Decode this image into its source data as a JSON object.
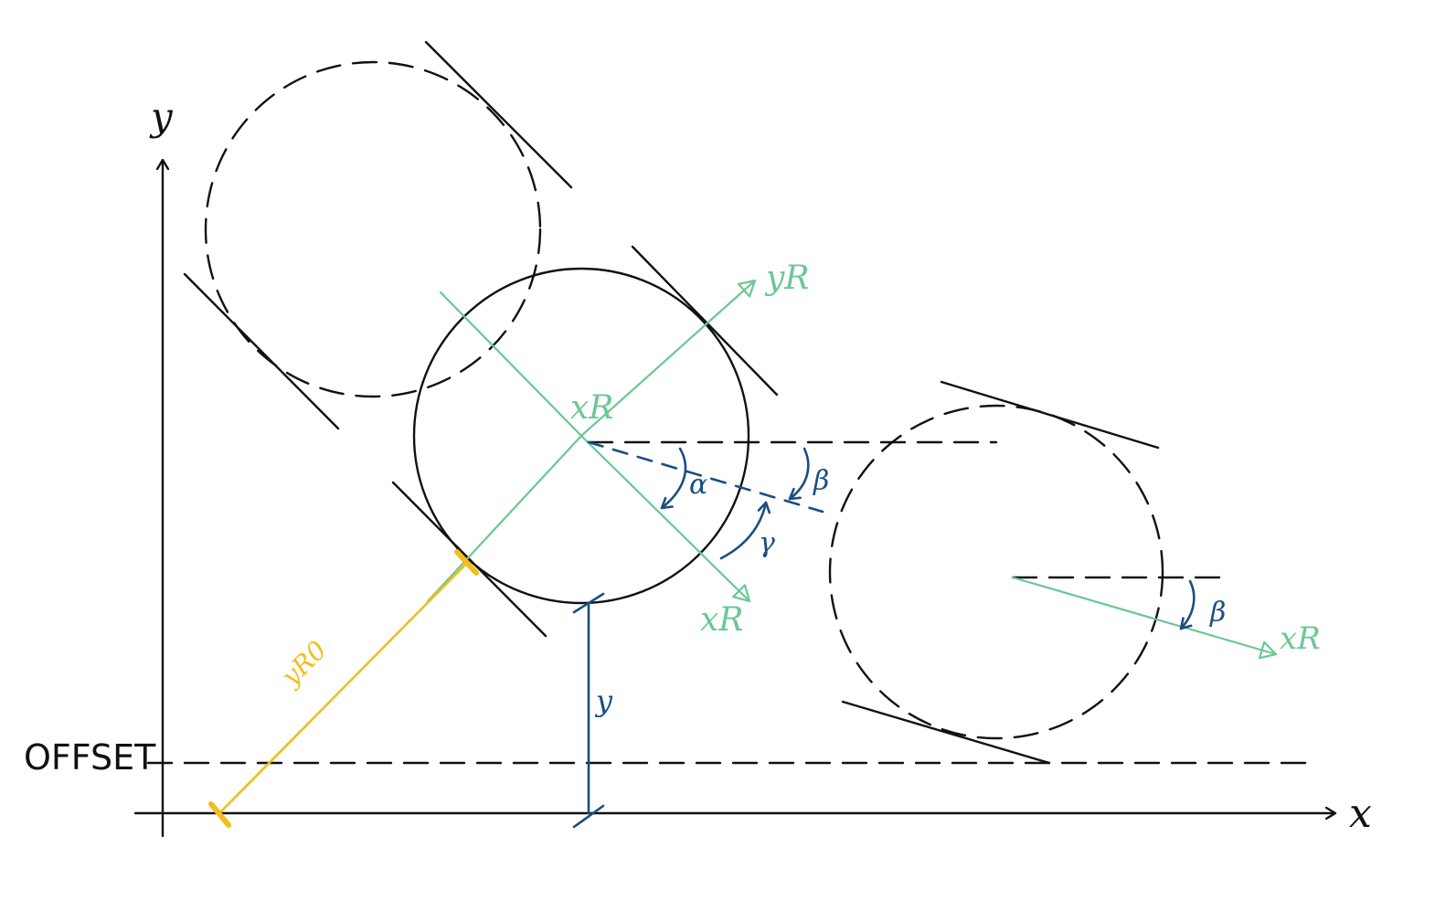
{
  "axes": {
    "x_label": "x",
    "y_label": "y"
  },
  "labels": {
    "offset": "OFFSET",
    "y_distance": "y",
    "y_r0": "yR0",
    "center_robot_frame": "xR",
    "robot_y_axis": "yR",
    "robot_x_axis": "xR",
    "robot_x_axis_right": "xR",
    "alpha": "α",
    "beta": "β",
    "gamma": "γ",
    "beta_right": "β"
  },
  "colors": {
    "ink": "#111111",
    "robot_frame": "#6cc795",
    "angles": "#1a4e80",
    "offset_distance": "#f2bd1d"
  }
}
